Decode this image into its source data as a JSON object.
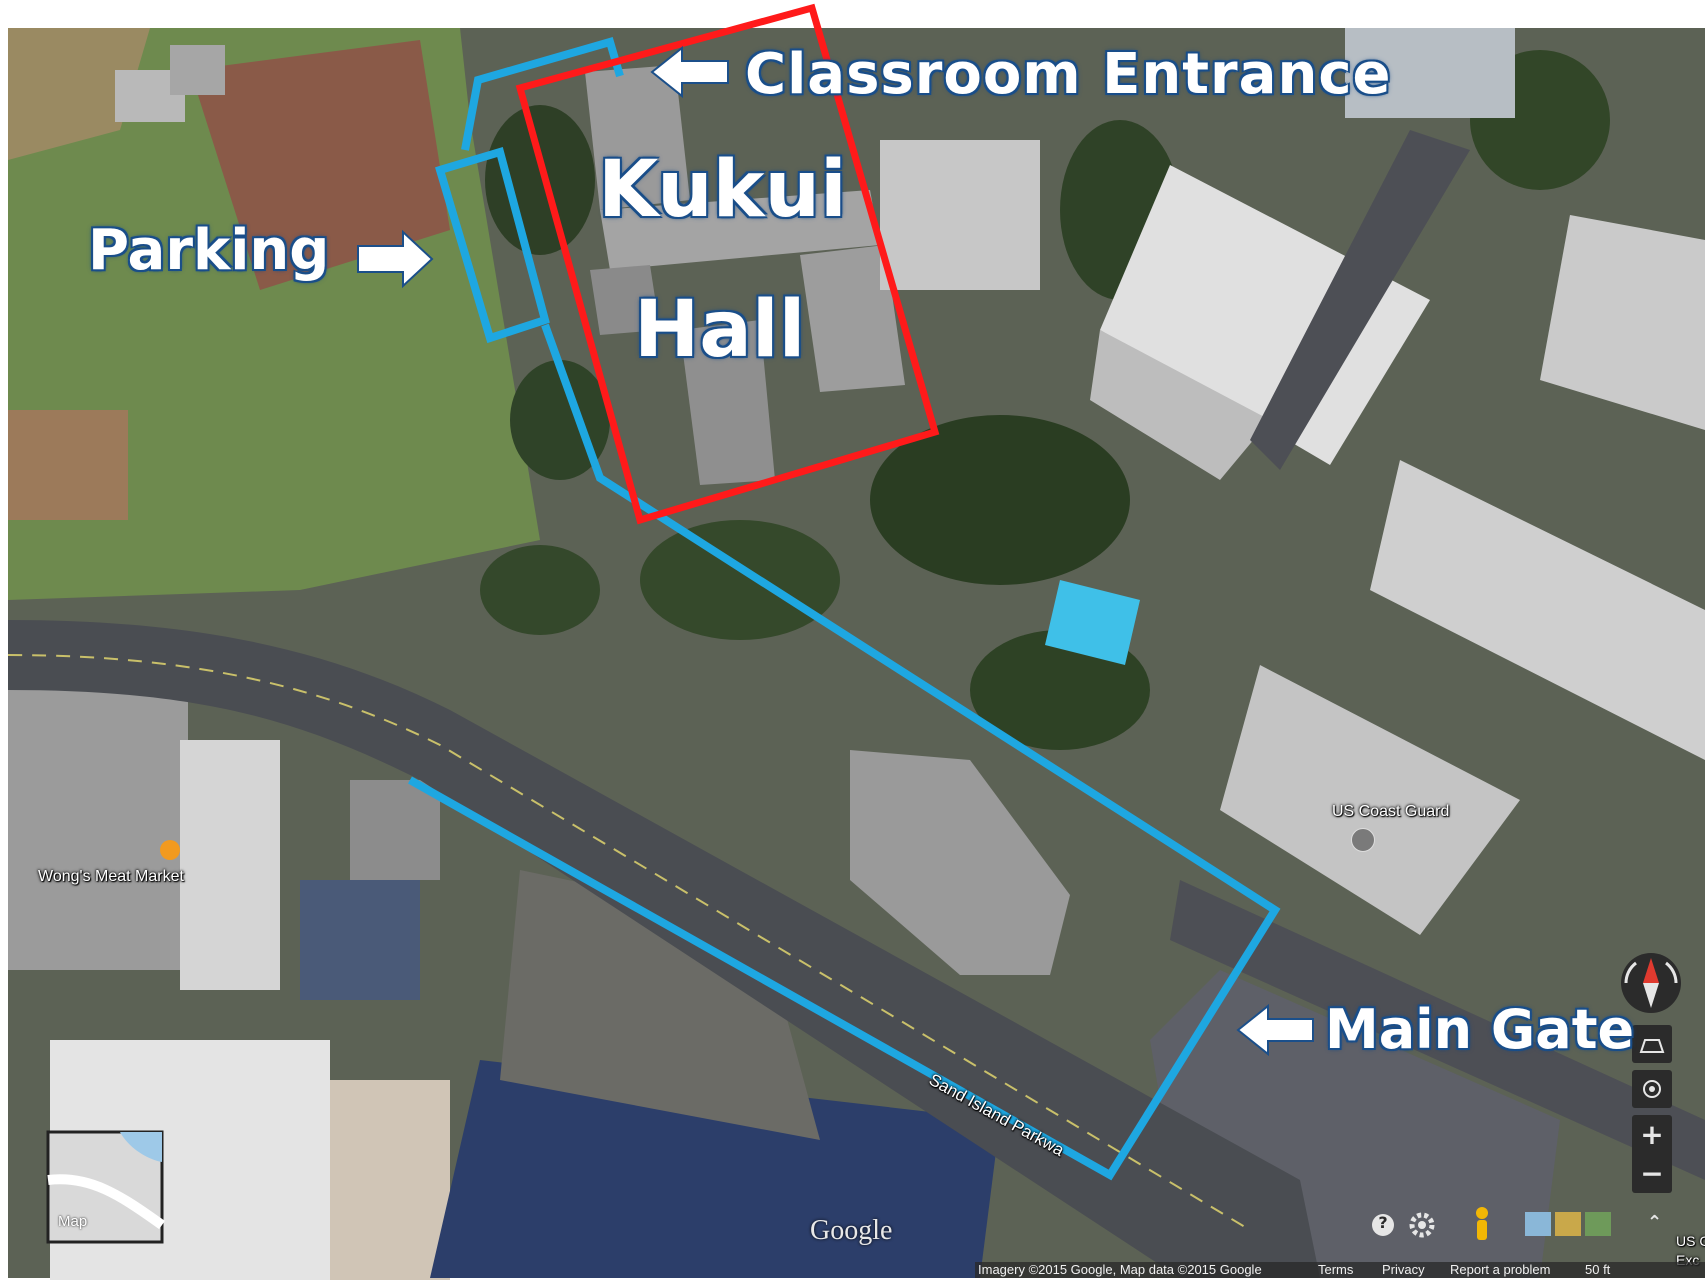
{
  "annotations": {
    "classroom_entrance": "Classroom Entrance",
    "kukui": "Kukui",
    "hall": "Hall",
    "parking": "Parking",
    "main_gate": "Main Gate"
  },
  "places": {
    "wongs_meat_market": "Wong's Meat Market",
    "us_coast_guard": "US Coast Guard",
    "sand_island_parkway": "Sand Island Parkwa",
    "us_coast_guard_edge": "US C",
    "us_coast_guard_edge2": "Exc"
  },
  "map_controls": {
    "map_thumb_label": "Map",
    "zoom_in": "+",
    "zoom_out": "−",
    "help": "?",
    "collapse": "⌃"
  },
  "footer": {
    "google_logo": "Google",
    "imagery": "Imagery ©2015 Google, Map data ©2015 Google",
    "terms": "Terms",
    "privacy": "Privacy",
    "report": "Report a problem",
    "scale": "50 ft"
  },
  "colors": {
    "route": "#1ea7e1",
    "building_outline": "#ff1a1a",
    "label_outline": "#1b4f8a"
  }
}
